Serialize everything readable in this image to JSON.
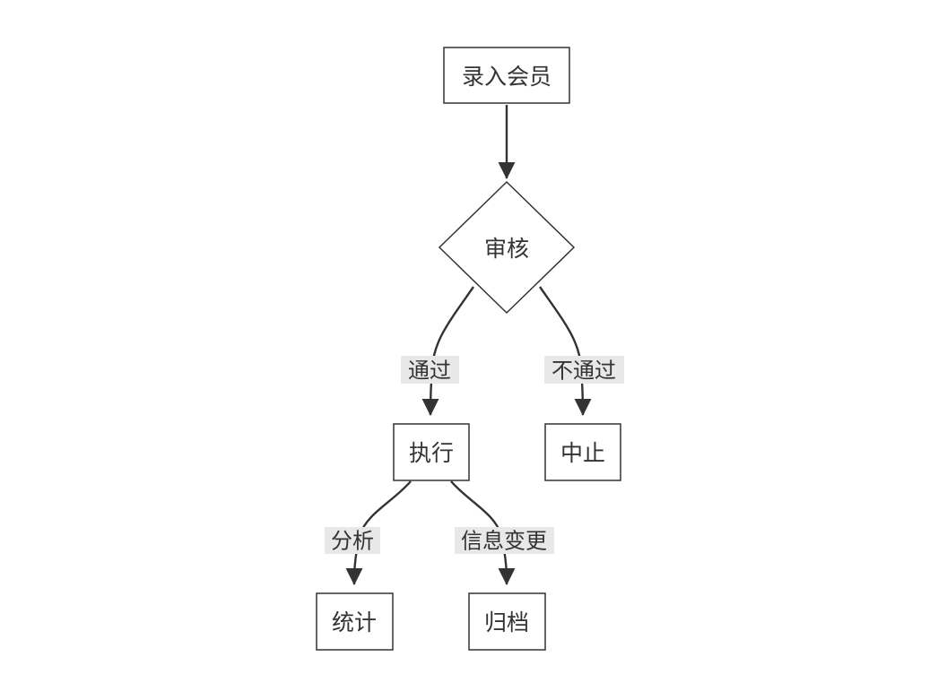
{
  "diagram": {
    "type": "flowchart",
    "direction": "top-down",
    "colors": {
      "background": "#ffffff",
      "node_fill": "#ffffff",
      "node_border": "#333333",
      "edge_stroke": "#333333",
      "text": "#333333",
      "edge_label_bg": "#e8e8e8"
    },
    "nodes": {
      "start": {
        "label": "录入会员",
        "shape": "rectangle"
      },
      "review": {
        "label": "审核",
        "shape": "diamond"
      },
      "execute": {
        "label": "执行",
        "shape": "rectangle"
      },
      "abort": {
        "label": "中止",
        "shape": "rectangle"
      },
      "stats": {
        "label": "统计",
        "shape": "rectangle"
      },
      "archive": {
        "label": "归档",
        "shape": "rectangle"
      }
    },
    "edges": [
      {
        "from": "录入会员",
        "to": "审核",
        "label": ""
      },
      {
        "from": "审核",
        "to": "执行",
        "label": "通过"
      },
      {
        "from": "审核",
        "to": "中止",
        "label": "不通过"
      },
      {
        "from": "执行",
        "to": "统计",
        "label": "分析"
      },
      {
        "from": "执行",
        "to": "归档",
        "label": "信息变更"
      }
    ]
  }
}
